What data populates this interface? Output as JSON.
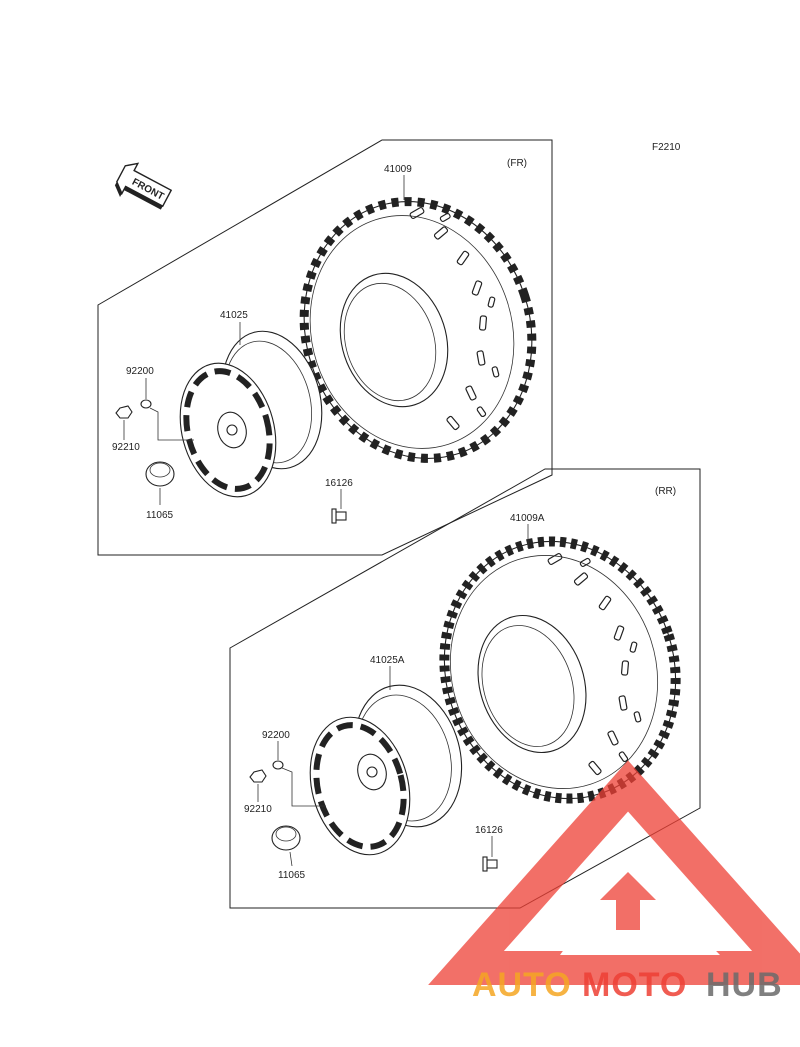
{
  "diagram_code": "F2210",
  "arrow_label": "FRONT",
  "front_group": {
    "position_label": "(FR)",
    "parts": {
      "tire": "41009",
      "wheel": "41025",
      "washer": "92200",
      "nut": "92210",
      "cap": "11065",
      "valve": "16126"
    }
  },
  "rear_group": {
    "position_label": "(RR)",
    "parts": {
      "tire": "41009A",
      "wheel": "41025A",
      "washer": "92200",
      "nut": "92210",
      "cap": "11065",
      "valve": "16126"
    }
  },
  "watermark": {
    "part1": "AUTO",
    "part2": "MOTO",
    "part3": "HUB",
    "colors": {
      "orange": "#f5a623",
      "red": "#ee4035",
      "gray": "#6b6b6b"
    }
  }
}
